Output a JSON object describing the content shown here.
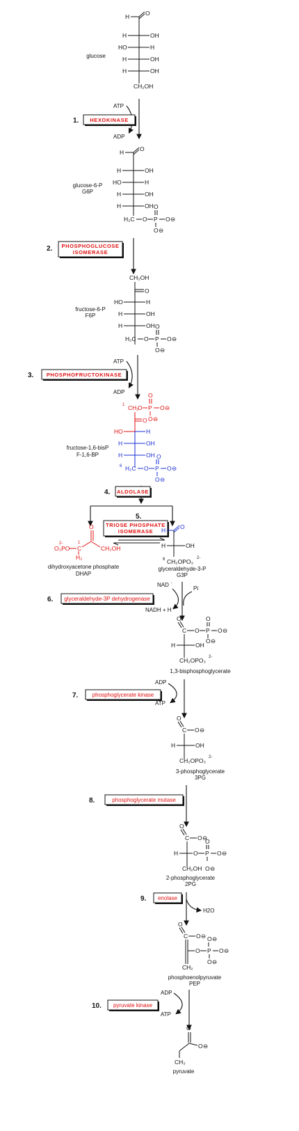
{
  "compounds": {
    "glucose": "glucose",
    "g6p": [
      "glucose-6-P",
      "G6P"
    ],
    "f6p": [
      "fructose-6-P",
      "F6P"
    ],
    "f16bp": [
      "fructose-1,6-bisP",
      "F-1,6-BP"
    ],
    "dhap": [
      "dihydroxyacetone phosphate",
      "DHAP"
    ],
    "g3p": [
      "glyceraldehyde-3-P",
      "G3P"
    ],
    "bpg": "1,3-bisphosphoglycerate",
    "pg3": [
      "3-phosphoglycerate",
      "3PG"
    ],
    "pg2": [
      "2-phosphoglycerate",
      "2PG"
    ],
    "pep": [
      "phosphoenolpyruvate",
      "PEP"
    ],
    "pyruvate": "pyruvate"
  },
  "steps": [
    {
      "num": "1.",
      "enzyme": "HEXOKINASE",
      "in": "ATP",
      "out": "ADP"
    },
    {
      "num": "2.",
      "enzyme": [
        "PHOSPHOGLUCOSE",
        "ISOMERASE"
      ]
    },
    {
      "num": "3.",
      "enzyme": "PHOSPHOFRUCTOKINASE",
      "in": "ATP",
      "out": "ADP"
    },
    {
      "num": "4.",
      "enzyme": "ALDOLASE"
    },
    {
      "num": "5.",
      "enzyme": [
        "TRIOSE PHOSPHATE",
        "ISOMERASE"
      ]
    },
    {
      "num": "6.",
      "enzyme": "glyceraldehyde-3P dehydrogenase",
      "in": "NAD",
      "out": "NADH + H",
      "extra": "Pi"
    },
    {
      "num": "7.",
      "enzyme": "phosphoglycerate kinase",
      "in": "ADP",
      "out": "ATP"
    },
    {
      "num": "8.",
      "enzyme": "phosphoglycerate mutase"
    },
    {
      "num": "9.",
      "enzyme": "enolase",
      "out": "H2O"
    },
    {
      "num": "10.",
      "enzyme": "pyruvate kinase",
      "in": "ADP",
      "out": "ATP"
    }
  ],
  "atoms": {
    "H": "H",
    "O": "O",
    "OH": "OH",
    "HO": "HO",
    "C": "C",
    "P": "P",
    "CH2OH": "CH₂OH",
    "H2C": "H₂C",
    "CH2": "CH₂",
    "CH3": "CH₃",
    "H2": "H₂",
    "O3PO": "O₃PO",
    "CH2OPO3": "CH₂OPO₃",
    "minus": "⊖",
    "two_minus": "2-",
    "c1": "1",
    "c6": "6",
    "plus": "+",
    "minus_sign": "-",
    "H2O_sub": "₂"
  },
  "colors": {
    "enzyme": "#e01010",
    "dhap_half": "#e01010",
    "g3p_half": "#1a2fd0",
    "ink": "#111111"
  }
}
